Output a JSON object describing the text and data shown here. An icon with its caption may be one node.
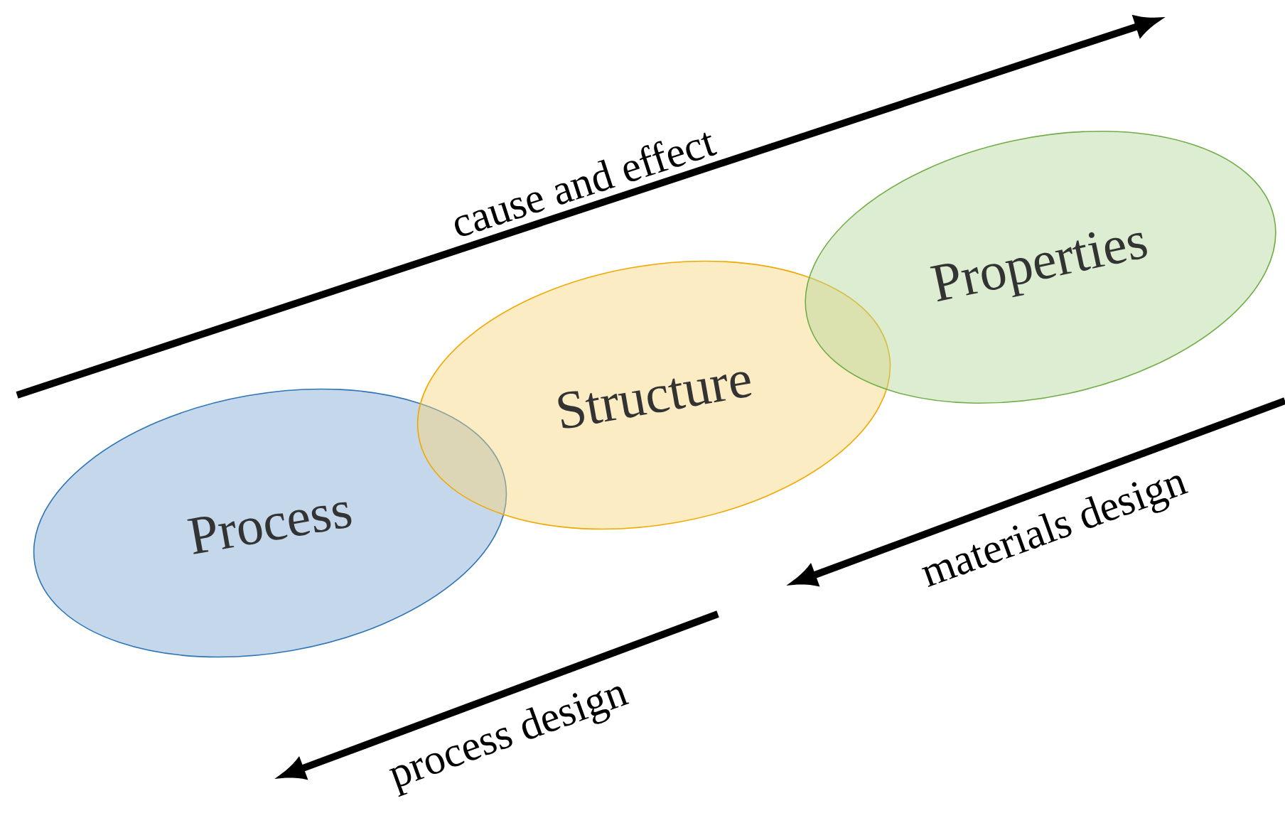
{
  "diagram": {
    "nodes": [
      {
        "text": [
          "Process"
        ]
      },
      {
        "text": [
          "Structure"
        ]
      },
      {
        "text": [
          "Properties"
        ]
      }
    ],
    "labels": [
      "cause and effect",
      "materials design",
      "process design"
    ]
  }
}
